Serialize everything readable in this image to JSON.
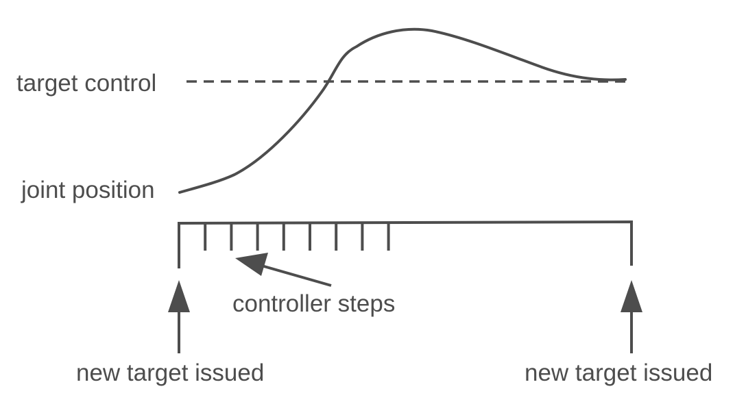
{
  "labels": {
    "target_control": "target control",
    "joint_position": "joint position",
    "controller_steps": "controller steps",
    "new_target_left": "new target issued",
    "new_target_right": "new target issued"
  },
  "colors": {
    "ink": "#4d4d4d",
    "background": "#ffffff"
  },
  "controller_step_count": 9
}
